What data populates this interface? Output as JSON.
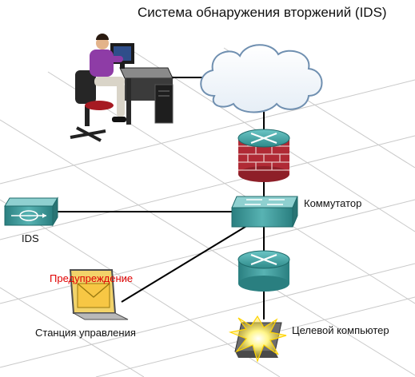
{
  "title": "Система обнаружения вторжений (IDS)",
  "labels": {
    "switch": "Коммутатор",
    "ids": "IDS",
    "alert": "Предупреждение",
    "station": "Станция управления",
    "target": "Целевой компьютер"
  },
  "colors": {
    "link": "#000000",
    "router_teal": "#3f9a9a",
    "firewall_brick": "#b02a35",
    "alert_text": "#e00000",
    "cloud_stroke": "#6f8fb0"
  }
}
